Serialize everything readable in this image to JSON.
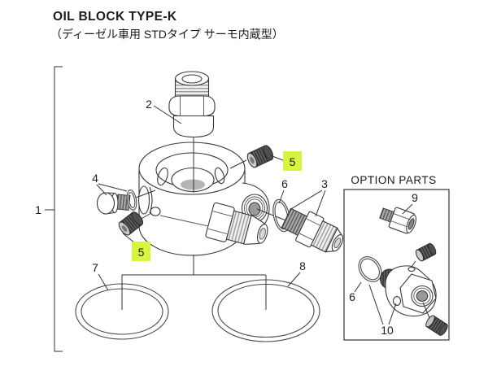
{
  "header": {
    "title": "OIL BLOCK TYPE-K",
    "subtitle": "（ディーゼル車用 STDタイプ サーモ内蔵型）"
  },
  "diagram": {
    "callouts": {
      "c1": "1",
      "c2": "2",
      "c3": "3",
      "c4": "4",
      "c5_top": "5",
      "c5_bottom": "5",
      "c6_main": "6",
      "c7": "7",
      "c8": "8"
    },
    "option_box": {
      "title": "OPTION PARTS",
      "callouts": {
        "c9": "9",
        "c6": "6",
        "c10": "10"
      }
    },
    "colors": {
      "highlight": "#d7f440",
      "line": "#333333",
      "metal_dark": "#4f4f4f"
    }
  }
}
